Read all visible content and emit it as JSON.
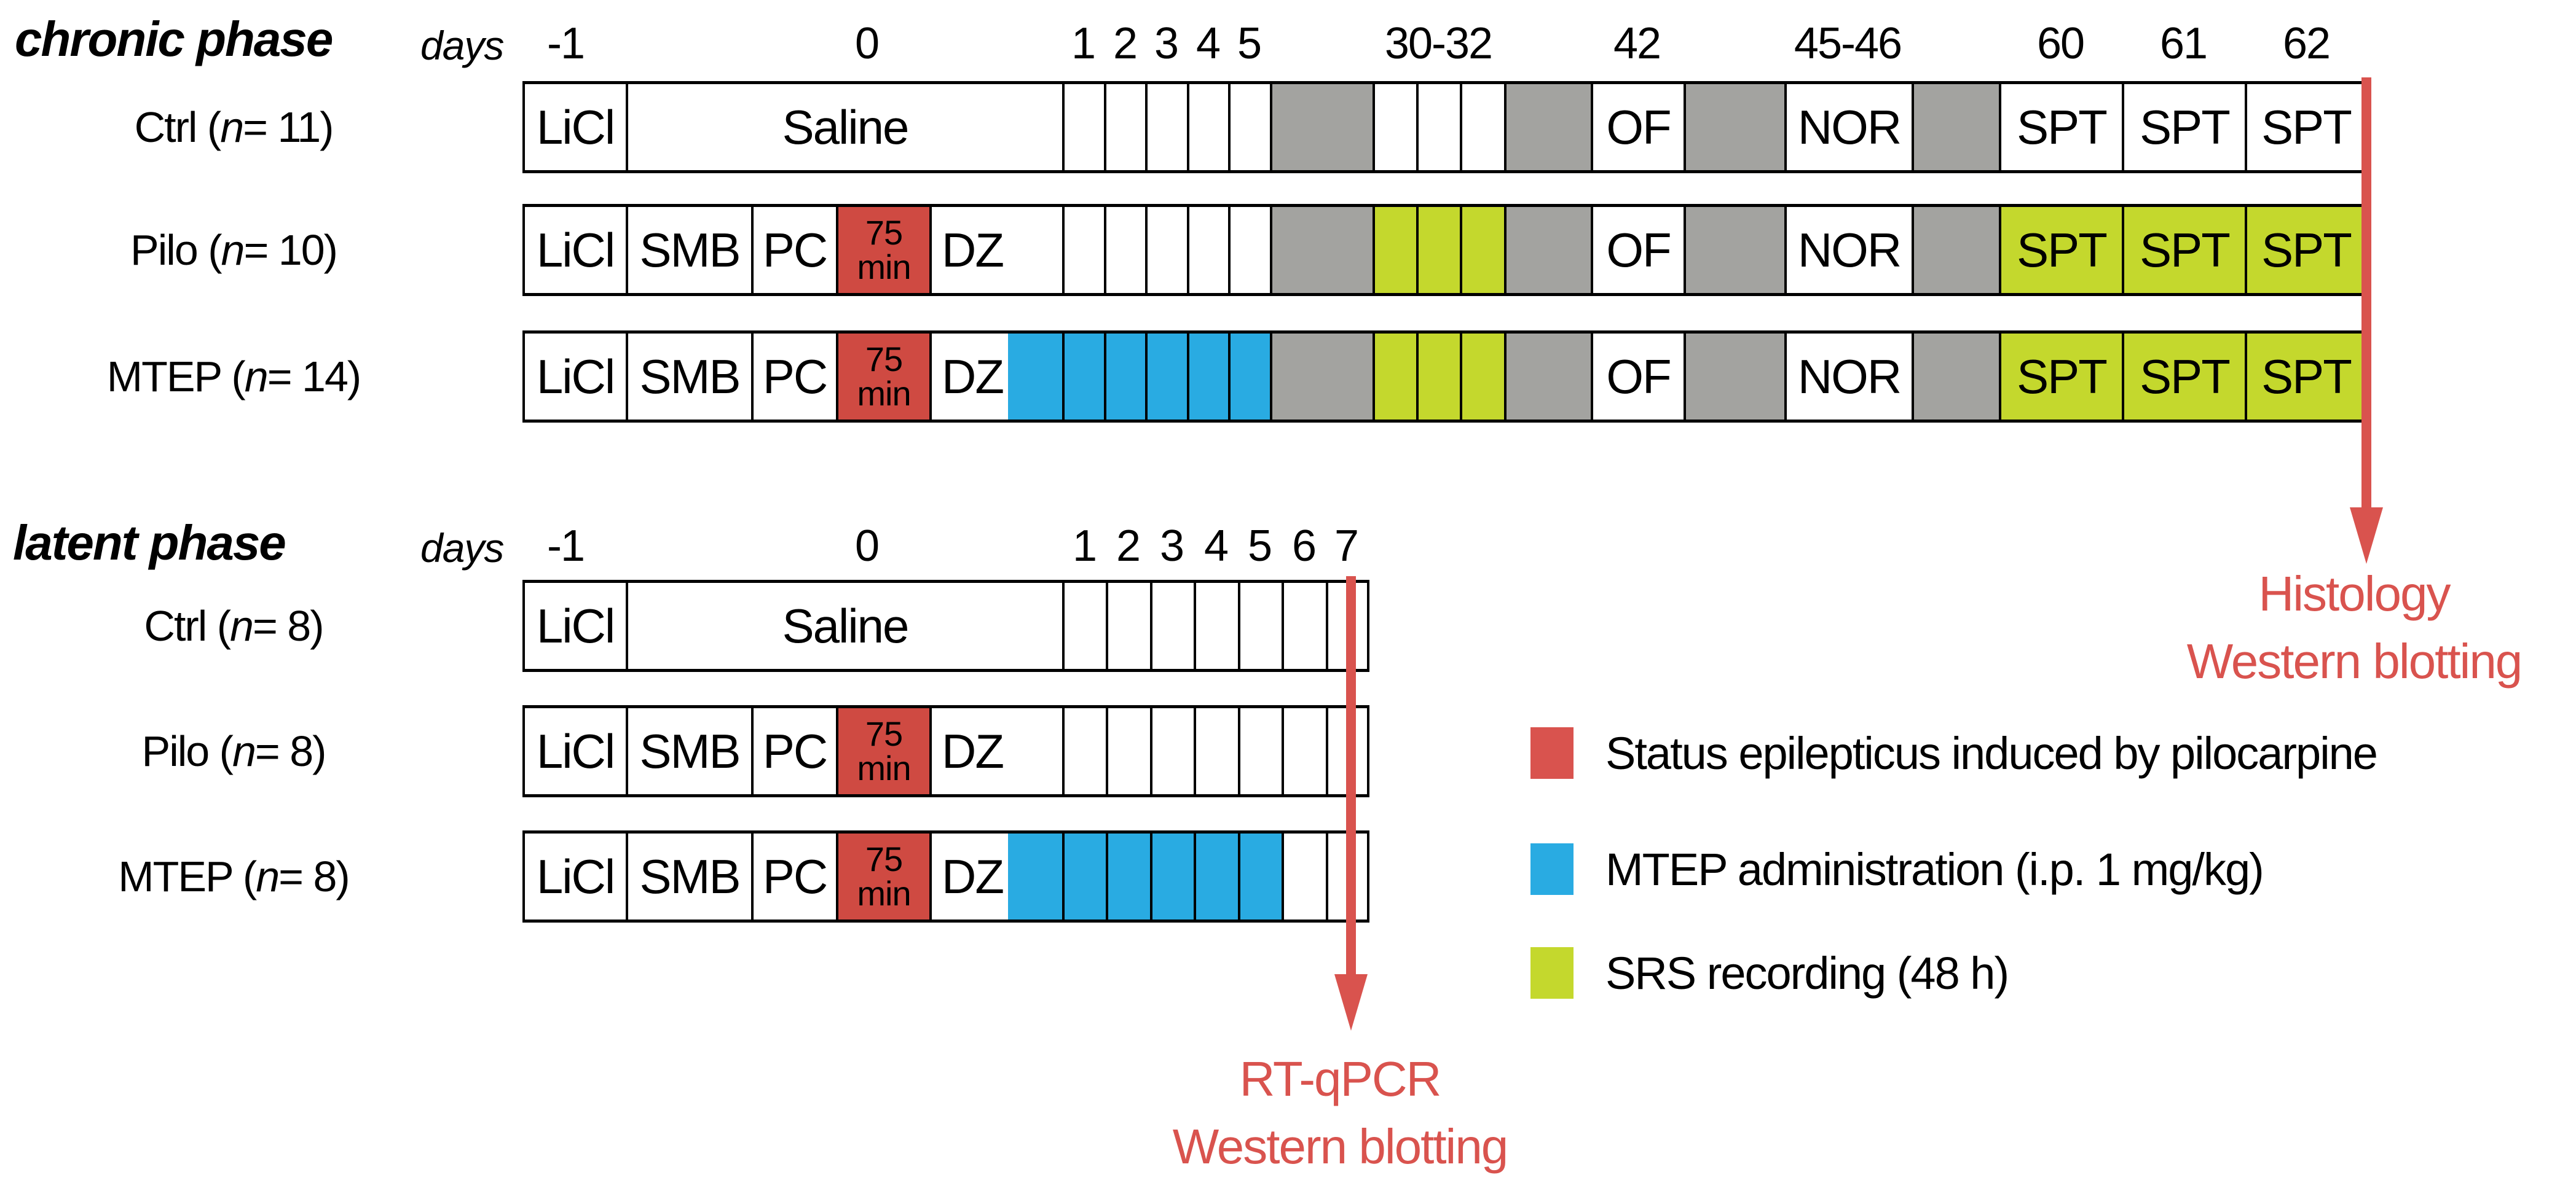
{
  "chronic": {
    "title": "chronic phase",
    "days_word": "days",
    "day_ticks": [
      "-1",
      "0",
      "1",
      "2",
      "3",
      "4",
      "5",
      "30-32",
      "42",
      "45-46",
      "60",
      "61",
      "62"
    ],
    "rows": [
      {
        "pre": "Ctrl (",
        "n": "n",
        "post": " = 11)"
      },
      {
        "pre": "Pilo (",
        "n": "n",
        "post": " = 10)"
      },
      {
        "pre": "MTEP (",
        "n": "n",
        "post": " = 14)"
      }
    ]
  },
  "latent": {
    "title": "latent phase",
    "days_word": "days",
    "day_ticks": [
      "-1",
      "0",
      "1",
      "2",
      "3",
      "4",
      "5",
      "6",
      "7"
    ],
    "rows": [
      {
        "pre": "Ctrl (",
        "n": "n",
        "post": " = 8)"
      },
      {
        "pre": "Pilo (",
        "n": "n",
        "post": " = 8)"
      },
      {
        "pre": "MTEP (",
        "n": "n",
        "post": " = 8)"
      }
    ]
  },
  "cells": {
    "licl": "LiCl",
    "saline": "Saline",
    "smb": "SMB",
    "pc": "PC",
    "se_top": "75",
    "se_bottom": "min",
    "dz": "DZ",
    "of": "OF",
    "nor": "NOR",
    "spt": "SPT"
  },
  "annotations": {
    "chronic": {
      "line1": "Histology",
      "line2": "Western blotting"
    },
    "latent": {
      "line1": "RT-qPCR",
      "line2": "Western blotting"
    }
  },
  "legend": [
    {
      "swatch": "red",
      "color": "#d9534e",
      "label": "Status epilepticus induced by pilocarpine"
    },
    {
      "swatch": "blue",
      "color": "#29abe2",
      "label": "MTEP administration (i.p. 1 mg/kg)"
    },
    {
      "swatch": "yellow",
      "color": "#c4d82d",
      "label": "SRS recording (48 h)"
    }
  ],
  "colors": {
    "se_cell_red": "#cf4a42",
    "accent_red": "#d9534e",
    "mtep_blue": "#29abe2",
    "srs_yellow": "#c4d82d",
    "gap_gray": "#a3a3a0",
    "border_black": "#000000"
  }
}
